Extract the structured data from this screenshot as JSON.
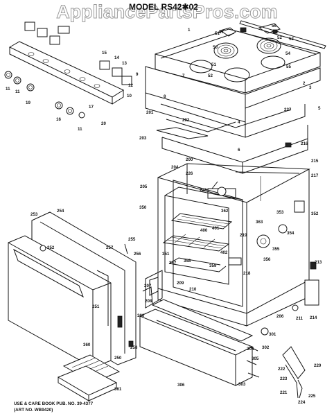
{
  "watermark": "AppliancePartsPros.com",
  "title": "MODEL RS42✱02",
  "footer": {
    "line1": "USE & CARE BOOK PUB. NO. 39-4377",
    "line2": "(ART NO. WB9420)"
  },
  "callouts": [
    {
      "id": "c1",
      "text": "1"
    },
    {
      "id": "c2",
      "text": "2"
    },
    {
      "id": "c3",
      "text": "3"
    },
    {
      "id": "c4",
      "text": "4"
    },
    {
      "id": "c5",
      "text": "5"
    },
    {
      "id": "c6",
      "text": "6"
    },
    {
      "id": "c7",
      "text": "7"
    },
    {
      "id": "c8",
      "text": "8"
    },
    {
      "id": "c9",
      "text": "9"
    },
    {
      "id": "c10",
      "text": "10"
    },
    {
      "id": "c11",
      "text": "11"
    },
    {
      "id": "c12",
      "text": "12"
    },
    {
      "id": "c13",
      "text": "13"
    },
    {
      "id": "c14",
      "text": "14"
    },
    {
      "id": "c15",
      "text": "15"
    },
    {
      "id": "c16",
      "text": "16"
    },
    {
      "id": "c17",
      "text": "17"
    },
    {
      "id": "c19",
      "text": "19"
    },
    {
      "id": "c20",
      "text": "20"
    },
    {
      "id": "c50",
      "text": "50"
    },
    {
      "id": "c51",
      "text": "51"
    },
    {
      "id": "c52",
      "text": "52"
    },
    {
      "id": "c53",
      "text": "53"
    },
    {
      "id": "c54",
      "text": "54"
    },
    {
      "id": "c55",
      "text": "55"
    },
    {
      "id": "c56",
      "text": "56"
    },
    {
      "id": "c57",
      "text": "57"
    },
    {
      "id": "c200",
      "text": "200"
    },
    {
      "id": "c201",
      "text": "201"
    },
    {
      "id": "c202",
      "text": "202"
    },
    {
      "id": "c203",
      "text": "203"
    },
    {
      "id": "c204",
      "text": "204"
    },
    {
      "id": "c205",
      "text": "205"
    },
    {
      "id": "c206",
      "text": "206"
    },
    {
      "id": "c207",
      "text": "207"
    },
    {
      "id": "c208",
      "text": "208"
    },
    {
      "id": "c209",
      "text": "209"
    },
    {
      "id": "c210",
      "text": "210"
    },
    {
      "id": "c211",
      "text": "211"
    },
    {
      "id": "c213",
      "text": "213"
    },
    {
      "id": "c214",
      "text": "214"
    },
    {
      "id": "c215",
      "text": "215"
    },
    {
      "id": "c216",
      "text": "216"
    },
    {
      "id": "c217",
      "text": "217"
    },
    {
      "id": "c218",
      "text": "218"
    },
    {
      "id": "c219",
      "text": "219"
    },
    {
      "id": "c220",
      "text": "220"
    },
    {
      "id": "c221",
      "text": "221"
    },
    {
      "id": "c222",
      "text": "222"
    },
    {
      "id": "c223",
      "text": "223"
    },
    {
      "id": "c224",
      "text": "224"
    },
    {
      "id": "c225",
      "text": "225"
    },
    {
      "id": "c226",
      "text": "226"
    },
    {
      "id": "c227",
      "text": "227"
    },
    {
      "id": "c228",
      "text": "228"
    },
    {
      "id": "c250",
      "text": "250"
    },
    {
      "id": "c251",
      "text": "251"
    },
    {
      "id": "c252",
      "text": "252"
    },
    {
      "id": "c253",
      "text": "253"
    },
    {
      "id": "c254",
      "text": "254"
    },
    {
      "id": "c255",
      "text": "255"
    },
    {
      "id": "c256",
      "text": "256"
    },
    {
      "id": "c257",
      "text": "257"
    },
    {
      "id": "c258",
      "text": "258"
    },
    {
      "id": "c300",
      "text": "300"
    },
    {
      "id": "c301",
      "text": "301"
    },
    {
      "id": "c302",
      "text": "302"
    },
    {
      "id": "c303",
      "text": "303"
    },
    {
      "id": "c304",
      "text": "304"
    },
    {
      "id": "c305",
      "text": "305"
    },
    {
      "id": "c306",
      "text": "306"
    },
    {
      "id": "c350",
      "text": "350"
    },
    {
      "id": "c351",
      "text": "351"
    },
    {
      "id": "c352",
      "text": "352"
    },
    {
      "id": "c353",
      "text": "353"
    },
    {
      "id": "c354",
      "text": "354"
    },
    {
      "id": "c355",
      "text": "355"
    },
    {
      "id": "c356",
      "text": "356"
    },
    {
      "id": "c357",
      "text": "357"
    },
    {
      "id": "c358",
      "text": "358"
    },
    {
      "id": "c359",
      "text": "359"
    },
    {
      "id": "c360",
      "text": "360"
    },
    {
      "id": "c361",
      "text": "361"
    },
    {
      "id": "c362",
      "text": "362"
    },
    {
      "id": "c363",
      "text": "363"
    },
    {
      "id": "c400",
      "text": "400"
    },
    {
      "id": "c401",
      "text": "401"
    },
    {
      "id": "c402",
      "text": "402"
    }
  ]
}
